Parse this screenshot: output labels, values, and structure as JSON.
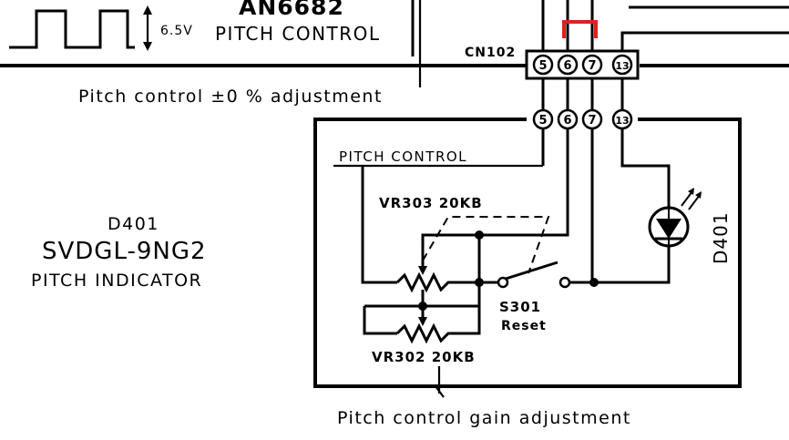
{
  "top": {
    "ic_name": "AN6682",
    "voltage": "6.5V",
    "pitch_control_label": "PITCH CONTROL"
  },
  "connector": {
    "name": "CN102",
    "pins_top": [
      "5",
      "6",
      "7",
      "13"
    ],
    "pins_bottom": [
      "5",
      "6",
      "7",
      "13"
    ]
  },
  "notes": {
    "pitch_zero_adjust": "Pitch control ±0 % adjustment",
    "gain_adjust": "Pitch control gain adjustment"
  },
  "board": {
    "pitch_control_label": "PITCH CONTROL",
    "vr303": "VR303 20KB",
    "vr302": "VR302 20KB",
    "switch_name": "S301",
    "switch_label": "Reset",
    "led_ref": "D401"
  },
  "indicator": {
    "ref": "D401",
    "part": "SVDGL-9NG2",
    "desc": "PITCH INDICATOR"
  },
  "colors": {
    "line": "#000000",
    "jumper": "#e02020",
    "background": "#ffffff"
  }
}
